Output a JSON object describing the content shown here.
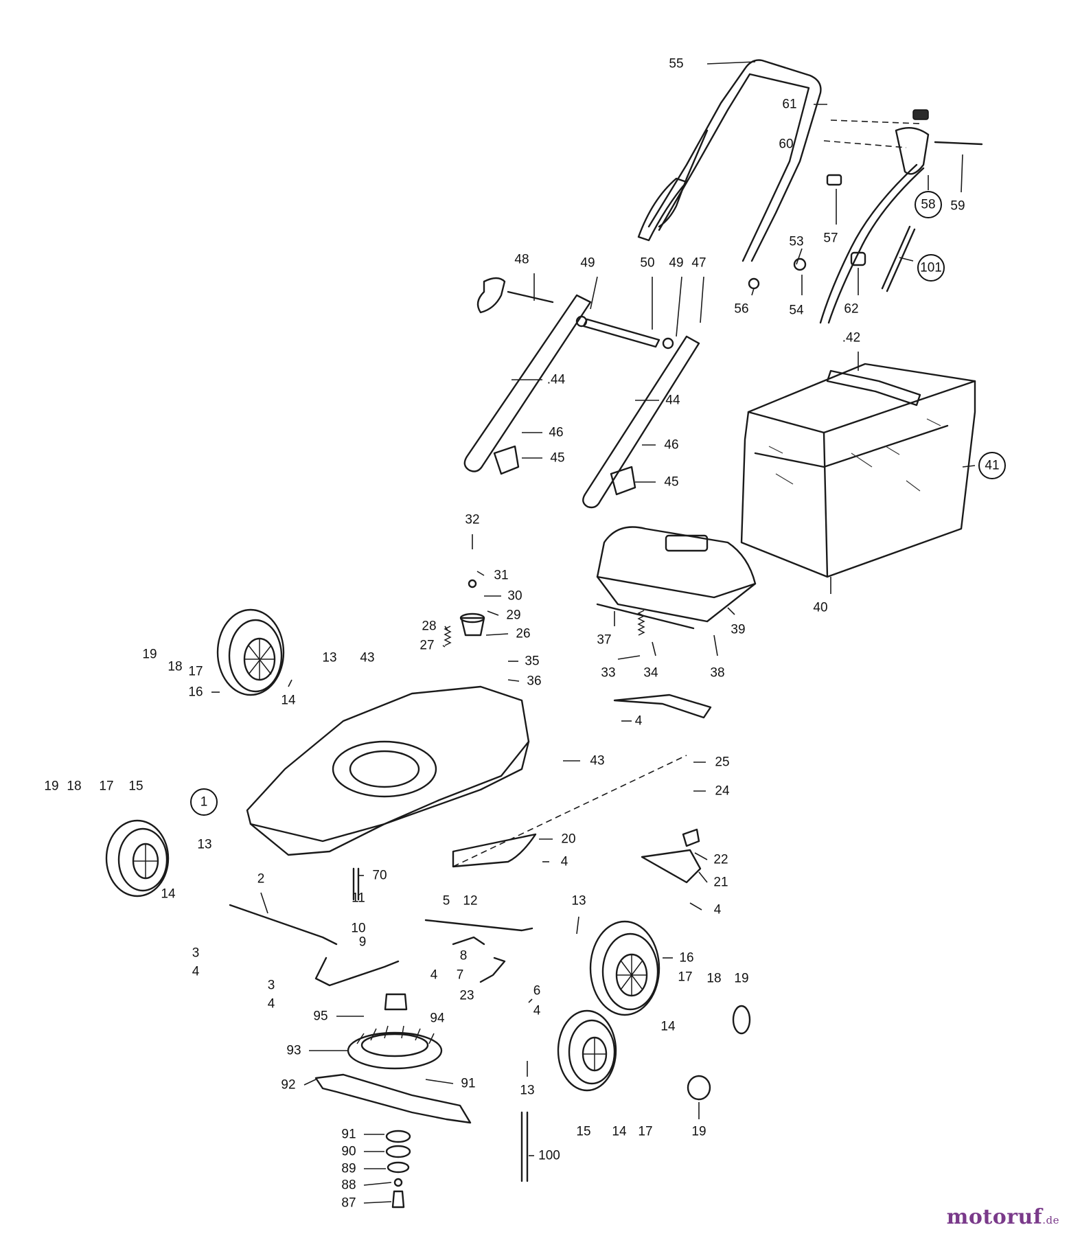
{
  "watermark": {
    "brand": "motoruf",
    "tld": ".de"
  },
  "parts": [
    {
      "num": "55",
      "circled": false
    },
    {
      "num": "61",
      "circled": false
    },
    {
      "num": "60",
      "circled": false
    },
    {
      "num": "58",
      "circled": true
    },
    {
      "num": "59",
      "circled": false
    },
    {
      "num": "57",
      "circled": false
    },
    {
      "num": "101",
      "circled": true
    },
    {
      "num": "53",
      "circled": false
    },
    {
      "num": "54",
      "circled": false
    },
    {
      "num": "56",
      "circled": false
    },
    {
      "num": "62",
      "circled": false
    },
    {
      "num": "48",
      "circled": false
    },
    {
      "num": "49",
      "circled": false
    },
    {
      "num": "50",
      "circled": false
    },
    {
      "num": "49",
      "circled": false
    },
    {
      "num": "47",
      "circled": false
    },
    {
      "num": ".44",
      "circled": false
    },
    {
      "num": "44",
      "circled": false
    },
    {
      "num": "46",
      "circled": false
    },
    {
      "num": "45",
      "circled": false
    },
    {
      "num": "46",
      "circled": false
    },
    {
      "num": "45",
      "circled": false
    },
    {
      "num": ".42",
      "circled": false
    },
    {
      "num": "41",
      "circled": true
    },
    {
      "num": "40",
      "circled": false
    },
    {
      "num": "39",
      "circled": false
    },
    {
      "num": "37",
      "circled": false
    },
    {
      "num": "38",
      "circled": false
    },
    {
      "num": "33",
      "circled": false
    },
    {
      "num": "34",
      "circled": false
    },
    {
      "num": "4",
      "circled": false
    },
    {
      "num": "32",
      "circled": false
    },
    {
      "num": "31",
      "circled": false
    },
    {
      "num": "30",
      "circled": false
    },
    {
      "num": "29",
      "circled": false
    },
    {
      "num": "28",
      "circled": false
    },
    {
      "num": "26",
      "circled": false
    },
    {
      "num": "27",
      "circled": false
    },
    {
      "num": "35",
      "circled": false
    },
    {
      "num": "36",
      "circled": false
    },
    {
      "num": "19",
      "circled": false
    },
    {
      "num": "18",
      "circled": false
    },
    {
      "num": "17",
      "circled": false
    },
    {
      "num": "16",
      "circled": false
    },
    {
      "num": "14",
      "circled": false
    },
    {
      "num": "13",
      "circled": false
    },
    {
      "num": "43",
      "circled": false
    },
    {
      "num": "43",
      "circled": false
    },
    {
      "num": "1",
      "circled": true
    },
    {
      "num": "25",
      "circled": false
    },
    {
      "num": "24",
      "circled": false
    },
    {
      "num": "19",
      "circled": false
    },
    {
      "num": "18",
      "circled": false
    },
    {
      "num": "17",
      "circled": false
    },
    {
      "num": "15",
      "circled": false
    },
    {
      "num": "14",
      "circled": false
    },
    {
      "num": "13",
      "circled": false
    },
    {
      "num": "20",
      "circled": false
    },
    {
      "num": "4",
      "circled": false
    },
    {
      "num": "22",
      "circled": false
    },
    {
      "num": "21",
      "circled": false
    },
    {
      "num": "4",
      "circled": false
    },
    {
      "num": "70",
      "circled": false
    },
    {
      "num": "11",
      "circled": false
    },
    {
      "num": "10",
      "circled": false
    },
    {
      "num": "9",
      "circled": false
    },
    {
      "num": "5",
      "circled": false
    },
    {
      "num": "12",
      "circled": false
    },
    {
      "num": "8",
      "circled": false
    },
    {
      "num": "7",
      "circled": false
    },
    {
      "num": "4",
      "circled": false
    },
    {
      "num": "23",
      "circled": false
    },
    {
      "num": "2",
      "circled": false
    },
    {
      "num": "3",
      "circled": false
    },
    {
      "num": "4",
      "circled": false
    },
    {
      "num": "3",
      "circled": false
    },
    {
      "num": "4",
      "circled": false
    },
    {
      "num": "95",
      "circled": false
    },
    {
      "num": "94",
      "circled": false
    },
    {
      "num": "13",
      "circled": false
    },
    {
      "num": "16",
      "circled": false
    },
    {
      "num": "17",
      "circled": false
    },
    {
      "num": "14",
      "circled": false
    },
    {
      "num": "18",
      "circled": false
    },
    {
      "num": "19",
      "circled": false
    },
    {
      "num": "6",
      "circled": false
    },
    {
      "num": "4",
      "circled": false
    },
    {
      "num": "93",
      "circled": false
    },
    {
      "num": "92",
      "circled": false
    },
    {
      "num": "91",
      "circled": false
    },
    {
      "num": "13",
      "circled": false
    },
    {
      "num": "15",
      "circled": false
    },
    {
      "num": "14",
      "circled": false
    },
    {
      "num": "17",
      "circled": false
    },
    {
      "num": "19",
      "circled": false
    },
    {
      "num": "91",
      "circled": false
    },
    {
      "num": "90",
      "circled": false
    },
    {
      "num": "89",
      "circled": false
    },
    {
      "num": "88",
      "circled": false
    },
    {
      "num": "87",
      "circled": false
    },
    {
      "num": "100",
      "circled": false
    }
  ]
}
